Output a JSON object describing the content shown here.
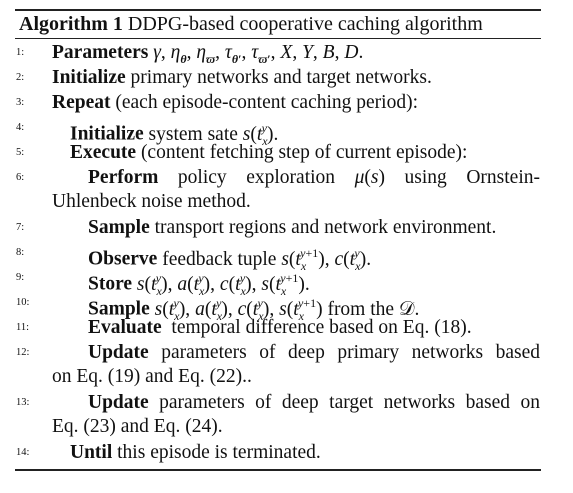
{
  "caption": {
    "label": "Algorithm 1",
    "title": "DDPG-based cooperative caching algorithm"
  },
  "steps": [
    {
      "n": "1:",
      "kw": "Parameters",
      "rest": " γ, η_θ, η_ϖ, τ_θ′, τ_ϖ′, X, Y, B, D."
    },
    {
      "n": "2:",
      "kw": "Initialize",
      "rest": " primary networks and target networks."
    },
    {
      "n": "3:",
      "kw": "Repeat",
      "rest": " (each episode-content caching period):"
    },
    {
      "n": "4:",
      "kw": "Initialize",
      "rest": " system sate s(t_x^y)."
    },
    {
      "n": "5:",
      "kw": "Execute",
      "rest": " (content fetching step of current episode):"
    },
    {
      "n": "6:",
      "kw": "Perform",
      "rest": " policy exploration μ(s) using Ornstein-",
      "cont": "Uhlenbeck noise method."
    },
    {
      "n": "7:",
      "kw": "Sample",
      "rest": " transport regions and network environment."
    },
    {
      "n": "8:",
      "kw": "Observe",
      "rest": " feedback tuple s(t_x^{y+1}), c(t_x^y)."
    },
    {
      "n": "9:",
      "kw": "Store",
      "rest": " s(t_x^y), a(t_x^y), c(t_x^y), s(t_x^{y+1})."
    },
    {
      "n": "10:",
      "kw": "Sample",
      "rest": " s(t_x^y), a(t_x^y), c(t_x^y), s(t_x^{y+1}) from the 𝒟."
    },
    {
      "n": "11:",
      "kw": "Evaluate",
      "rest": "  temporal difference based on Eq. (18)."
    },
    {
      "n": "12:",
      "kw": "Update",
      "rest": "  parameters of deep primary networks based",
      "cont": "on Eq. (19) and Eq. (22).."
    },
    {
      "n": "13:",
      "kw": "Update",
      "rest": "  parameters of deep target networks based on",
      "cont": "Eq. (23) and Eq. (24)."
    },
    {
      "n": "14:",
      "kw": "Until",
      "rest": " this episode is terminated."
    }
  ]
}
